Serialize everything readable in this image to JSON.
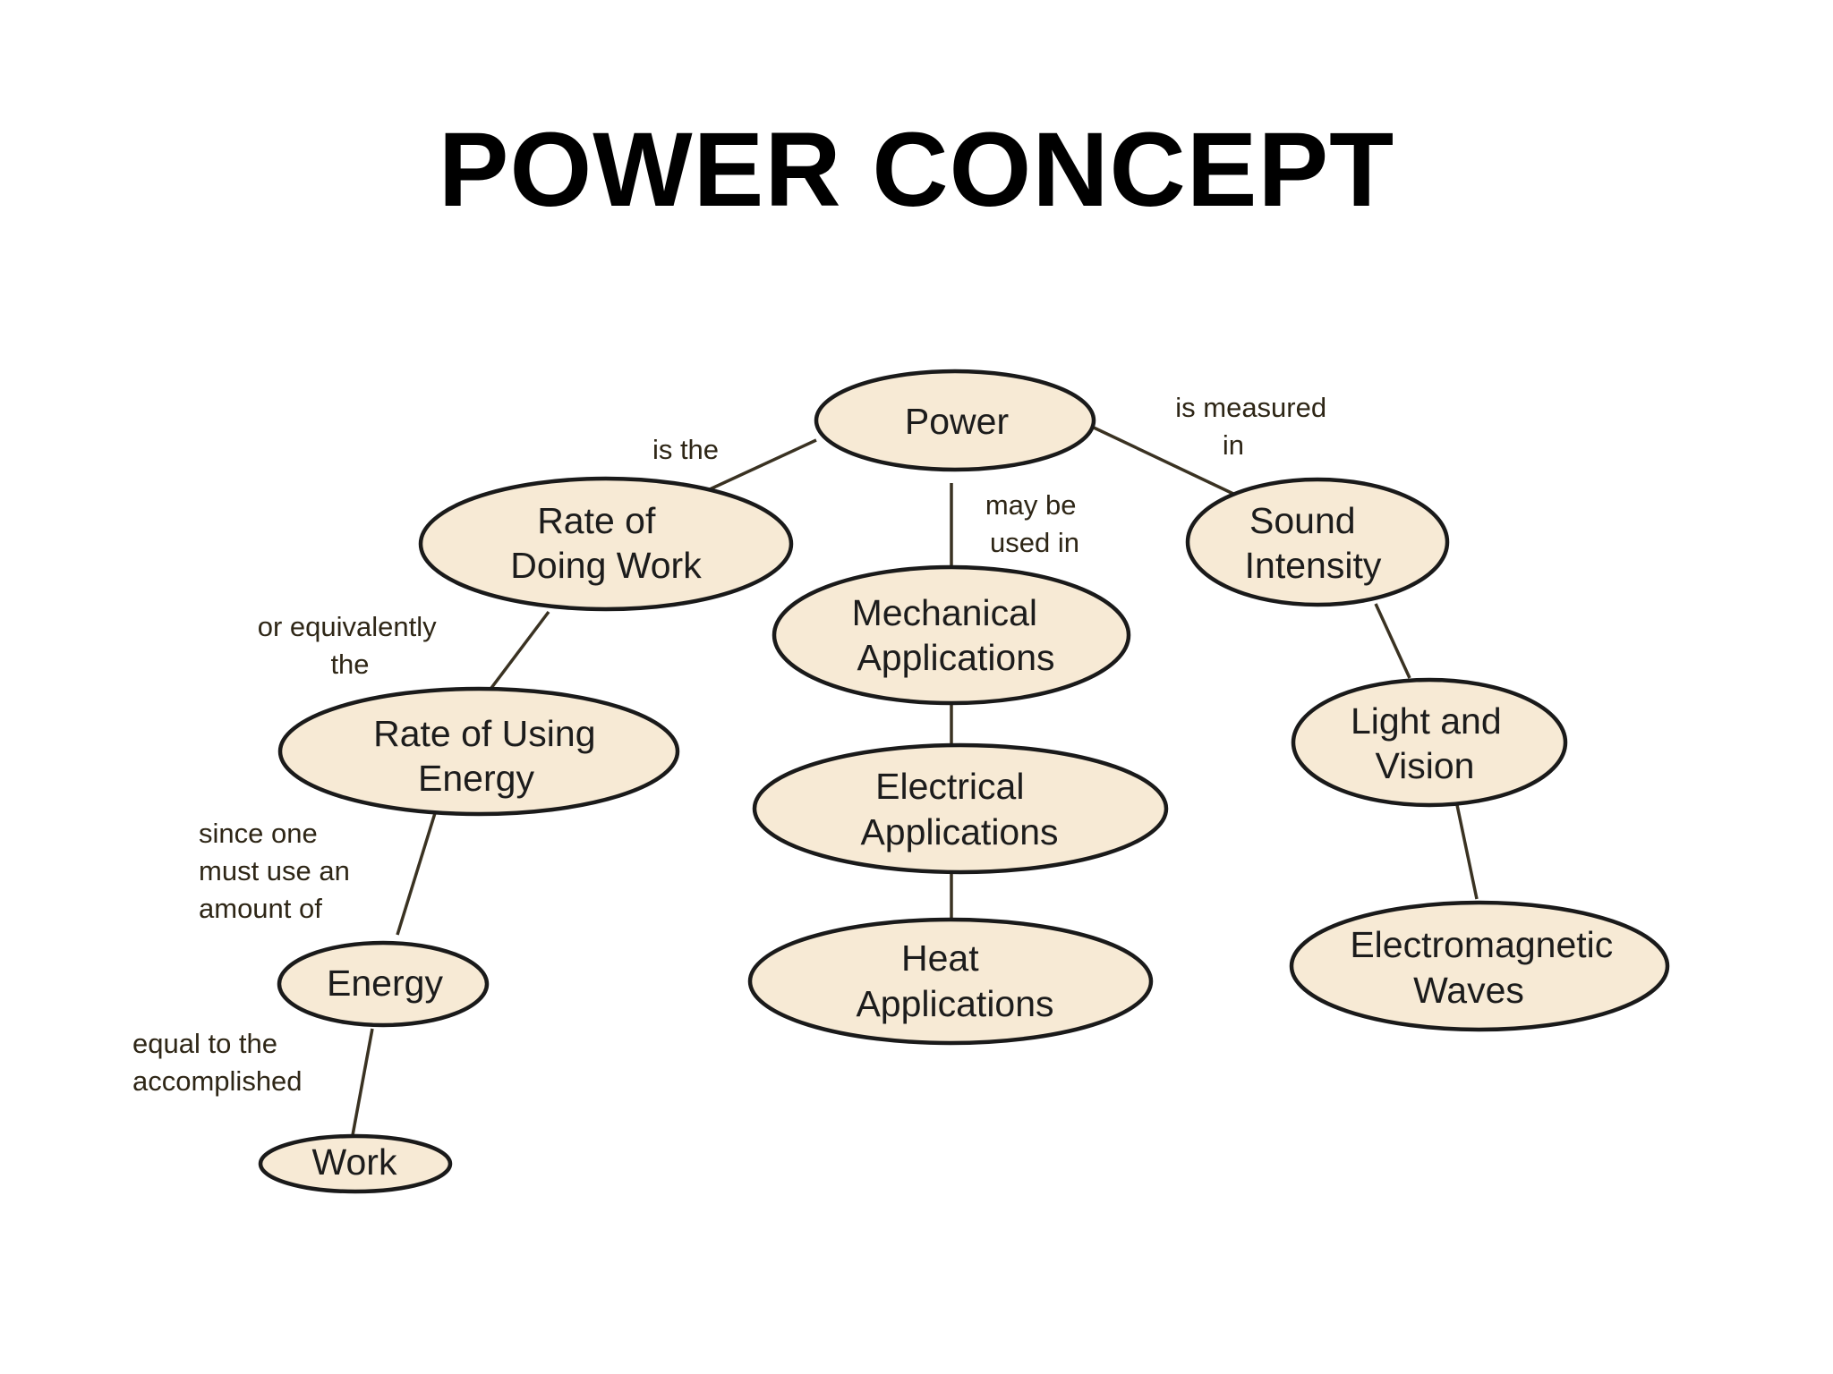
{
  "title": "POWER CONCEPT",
  "colors": {
    "node_fill": "#f7ead5",
    "node_stroke": "#1a1a1a",
    "edge": "#3a3222",
    "text": "#1c1c1c"
  },
  "nodes": {
    "power": {
      "lines": [
        "Power"
      ]
    },
    "rate_doing_work": {
      "lines": [
        "Rate of",
        "Doing Work"
      ]
    },
    "rate_using_energy": {
      "lines": [
        "Rate of Using",
        "Energy"
      ]
    },
    "energy": {
      "lines": [
        "Energy"
      ]
    },
    "work": {
      "lines": [
        "Work"
      ]
    },
    "mechanical": {
      "lines": [
        "Mechanical",
        "Applications"
      ]
    },
    "electrical": {
      "lines": [
        "Electrical",
        "Applications"
      ]
    },
    "heat": {
      "lines": [
        "Heat",
        "Applications"
      ]
    },
    "sound": {
      "lines": [
        "Sound",
        "Intensity"
      ]
    },
    "light": {
      "lines": [
        "Light and",
        "Vision"
      ]
    },
    "em_waves": {
      "lines": [
        "Electromagnetic",
        "Waves"
      ]
    }
  },
  "links": {
    "is_the": {
      "lines": [
        "is the"
      ]
    },
    "may_be_used_in": {
      "lines": [
        "may be",
        "used in"
      ]
    },
    "is_measured_in": {
      "lines": [
        "is measured",
        "in"
      ]
    },
    "or_equivalently_the": {
      "lines": [
        "or equivalently",
        "the"
      ]
    },
    "since_one_must": {
      "lines": [
        "since one",
        "must use an",
        "amount of"
      ]
    },
    "equal_to": {
      "lines": [
        "equal to the",
        "accomplished"
      ]
    }
  }
}
